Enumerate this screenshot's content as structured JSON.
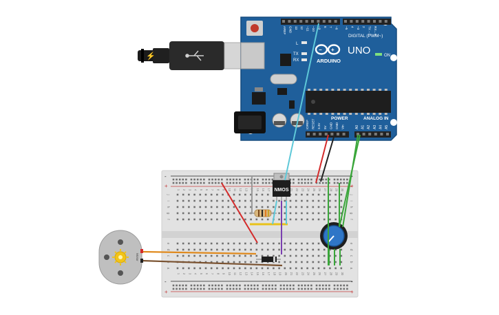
{
  "arduino": {
    "brand": "ARDUINO",
    "model": "UNO",
    "digital_header_label": "DIGITAL (PWM~)",
    "analog_header_label": "ANALOG IN",
    "power_header_label": "POWER",
    "on_label": "ON",
    "led_l": "L",
    "led_tx": "TX",
    "led_rx": "RX",
    "top_pin_labels": [
      "AREF",
      "GND",
      "13",
      "12",
      "~11",
      "~10",
      "~9",
      "8",
      "7",
      "~6",
      "~5",
      "4",
      "~3",
      "2",
      "TX→1",
      "RX←0"
    ],
    "power_pin_labels": [
      "IOREF",
      "RESET",
      "3.3V",
      "5V",
      "GND",
      "GND",
      "Vin"
    ],
    "analog_pin_labels": [
      "A0",
      "A1",
      "A2",
      "A3",
      "A4",
      "A5"
    ],
    "body_color": "#1f5f9b"
  },
  "breadboard": {
    "column_numbers": [
      "1",
      "2",
      "3",
      "4",
      "5",
      "6",
      "7",
      "8",
      "9",
      "10",
      "11",
      "12",
      "13",
      "14",
      "15",
      "16",
      "17",
      "18",
      "19",
      "20",
      "21",
      "22",
      "23",
      "24",
      "25",
      "26",
      "27",
      "28",
      "29",
      "30"
    ],
    "row_letters_top": [
      "j",
      "i",
      "h",
      "g",
      "f"
    ],
    "row_letters_bottom": [
      "e",
      "d",
      "c",
      "b",
      "a"
    ],
    "rail_plus": "+",
    "rail_minus": "-"
  },
  "components": {
    "transistor_label": "NMOS",
    "motor_label": "Motor"
  },
  "colors": {
    "wire_red": "#d42a2a",
    "wire_black": "#222222",
    "wire_green": "#3aa63a",
    "wire_cyan": "#5ec8d8",
    "wire_purple": "#7a3fb0",
    "wire_yellow": "#e8c21a",
    "wire_orange": "#e08a1e",
    "wire_brown": "#7a5230",
    "wire_gray": "#9a9a9a"
  }
}
